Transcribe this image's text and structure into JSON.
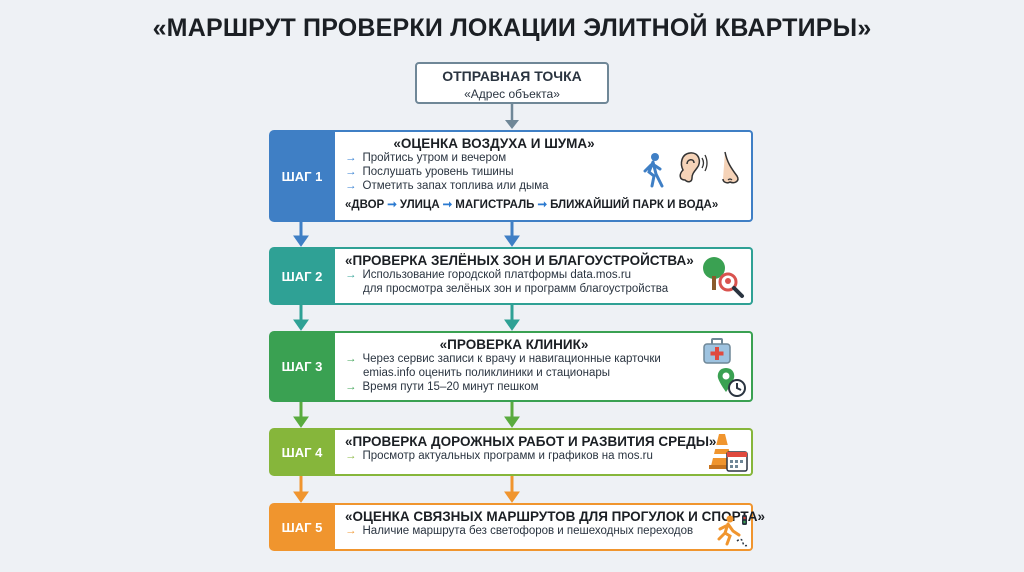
{
  "title": "«МАРШРУТ ПРОВЕРКИ ЛОКАЦИИ ЭЛИТНОЙ КВАРТИРЫ»",
  "start": {
    "heading": "ОТПРАВНАЯ ТОЧКА",
    "subtitle": "«Адрес объекта»"
  },
  "steps": [
    {
      "label": "ШАГ 1",
      "title": "«ОЦЕНКА ВОЗДУХА И ШУМА»",
      "bullets": [
        "Пройтись утром и вечером",
        "Послушать уровень тишины",
        "Отметить запах топлива или дыма"
      ],
      "chain": [
        "«ДВОР",
        "УЛИЦА",
        "МАГИСТРАЛЬ",
        "БЛИЖАЙШИЙ ПАРК И ВОДА»"
      ],
      "icons": [
        "walking-person-icon",
        "ear-icon",
        "nose-icon"
      ],
      "color": "#3f7fc5"
    },
    {
      "label": "ШАГ 2",
      "title": "«ПРОВЕРКА ЗЕЛЁНЫХ ЗОН И БЛАГОУСТРОЙСТВА»",
      "bullets": [
        "Использование городской платформы data.mos.ru",
        "для просмотра зелёных зон и программ благоустройства"
      ],
      "icons": [
        "tree-magnifier-icon"
      ],
      "color": "#2fa195"
    },
    {
      "label": "ШАГ 3",
      "title": "«ПРОВЕРКА КЛИНИК»",
      "bullets": [
        "Через сервис записи к врачу и навигационные карточки",
        "emias.info оценить поликлиники и стационары",
        "Время пути 15–20 минут пешком"
      ],
      "icons": [
        "medical-kit-icon",
        "map-pin-clock-icon"
      ],
      "color": "#3aa152"
    },
    {
      "label": "ШАГ 4",
      "title": "«ПРОВЕРКА ДОРОЖНЫХ РАБОТ И РАЗВИТИЯ СРЕДЫ»",
      "bullets": [
        "Просмотр актуальных программ и графиков на mos.ru"
      ],
      "icons": [
        "traffic-cone-calendar-icon"
      ],
      "color": "#86b63b"
    },
    {
      "label": "ШАГ 5",
      "title": "«ОЦЕНКА СВЯЗНЫХ МАРШРУТОВ ДЛЯ ПРОГУЛОК И СПОРТА»",
      "bullets": [
        "Наличие маршрута без светофоров и пешеходных переходов"
      ],
      "icons": [
        "running-person-icon"
      ],
      "color": "#f0952e"
    }
  ]
}
